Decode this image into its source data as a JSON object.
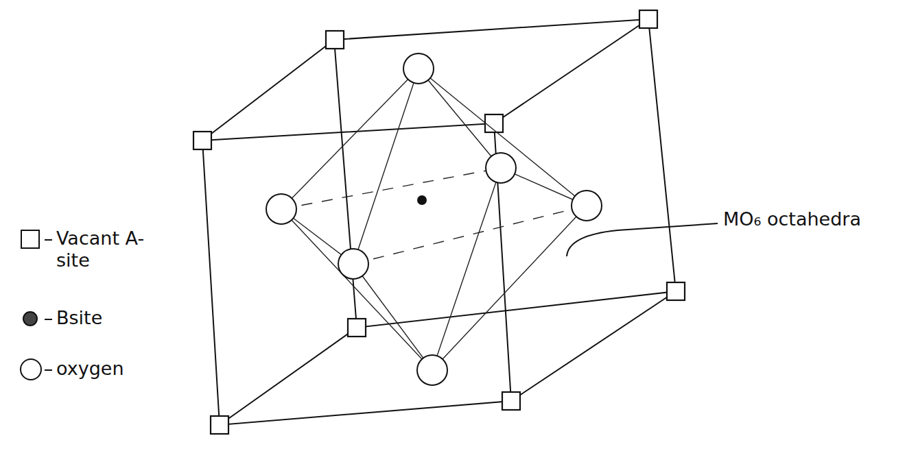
{
  "diagram": {
    "labels": [
      "MO₆ octahedra"
    ],
    "legend": [
      {
        "text": "Vacant A-site"
      },
      {
        "text": "Bsite"
      },
      {
        "text": "oxygen"
      }
    ]
  }
}
